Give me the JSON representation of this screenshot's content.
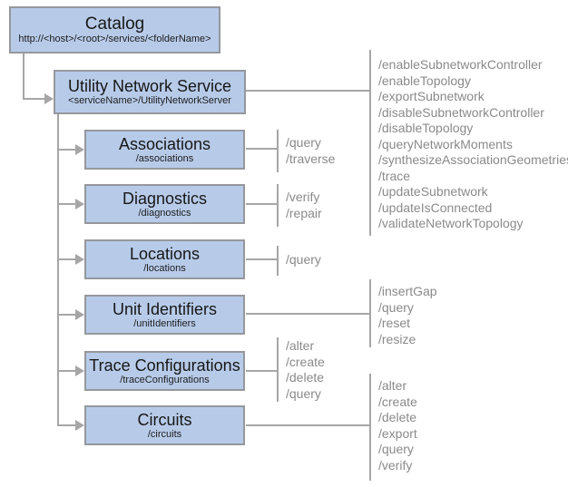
{
  "diagram": {
    "root": {
      "title": "Catalog",
      "subtitle": "http://<host>/<root>/services/<folderName>"
    },
    "service": {
      "title": "Utility Network Service",
      "subtitle": "<serviceName>/UtilityNetworkServer",
      "operations": [
        "/enableSubnetworkController",
        "/enableTopology",
        "/exportSubnetwork",
        "/disableSubnetworkController",
        "/disableTopology",
        "/queryNetworkMoments",
        "/synthesizeAssociationGeometries",
        "/trace",
        "/updateSubnetwork",
        "/updateIsConnected",
        "/validateNetworkTopology"
      ]
    },
    "children": [
      {
        "title": "Associations",
        "subtitle": "/associations",
        "operations": [
          "/query",
          "/traverse"
        ]
      },
      {
        "title": "Diagnostics",
        "subtitle": "/diagnostics",
        "operations": [
          "/verify",
          "/repair"
        ]
      },
      {
        "title": "Locations",
        "subtitle": "/locations",
        "operations": [
          "/query"
        ]
      },
      {
        "title": "Unit Identifiers",
        "subtitle": "/unitIdentifiers",
        "operations": [
          "/insertGap",
          "/query",
          "/reset",
          "/resize"
        ]
      },
      {
        "title": "Trace Configurations",
        "subtitle": "/traceConfigurations",
        "operations": [
          "/alter",
          "/create",
          "/delete",
          "/query"
        ]
      },
      {
        "title": "Circuits",
        "subtitle": "/circuits",
        "operations": [
          "/alter",
          "/create",
          "/delete",
          "/export",
          "/query",
          "/verify"
        ]
      }
    ],
    "colors": {
      "box_fill": "#b7cbe9",
      "box_border": "#95989c",
      "connector": "#a6a6a6",
      "operation_text": "#8a8a8a",
      "title_text": "#171717"
    }
  }
}
